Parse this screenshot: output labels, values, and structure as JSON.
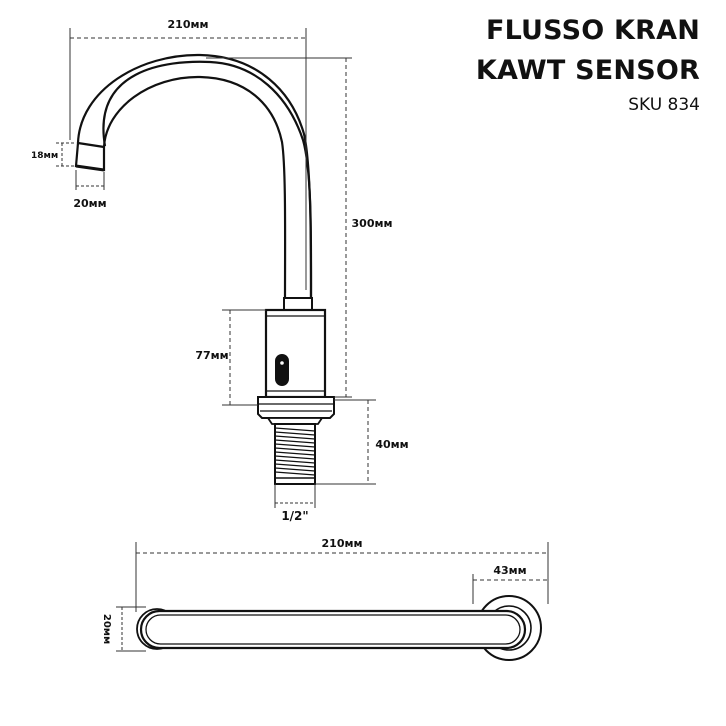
{
  "header": {
    "title_line1": "FLUSSO KRAN",
    "title_line2": "KAWT SENSOR",
    "sku": "SKU 834"
  },
  "dimensions": {
    "side_width": "210мм",
    "spout_height": "18мм",
    "spout_width": "20мм",
    "total_height": "300мм",
    "body_height": "77мм",
    "shank_length": "40мм",
    "thread_size": "1/2\"",
    "top_width": "210мм",
    "base_diameter": "43мм",
    "top_height": "20мм"
  },
  "colors": {
    "line": "#111111",
    "dimension": "#333333",
    "background": "#ffffff"
  }
}
